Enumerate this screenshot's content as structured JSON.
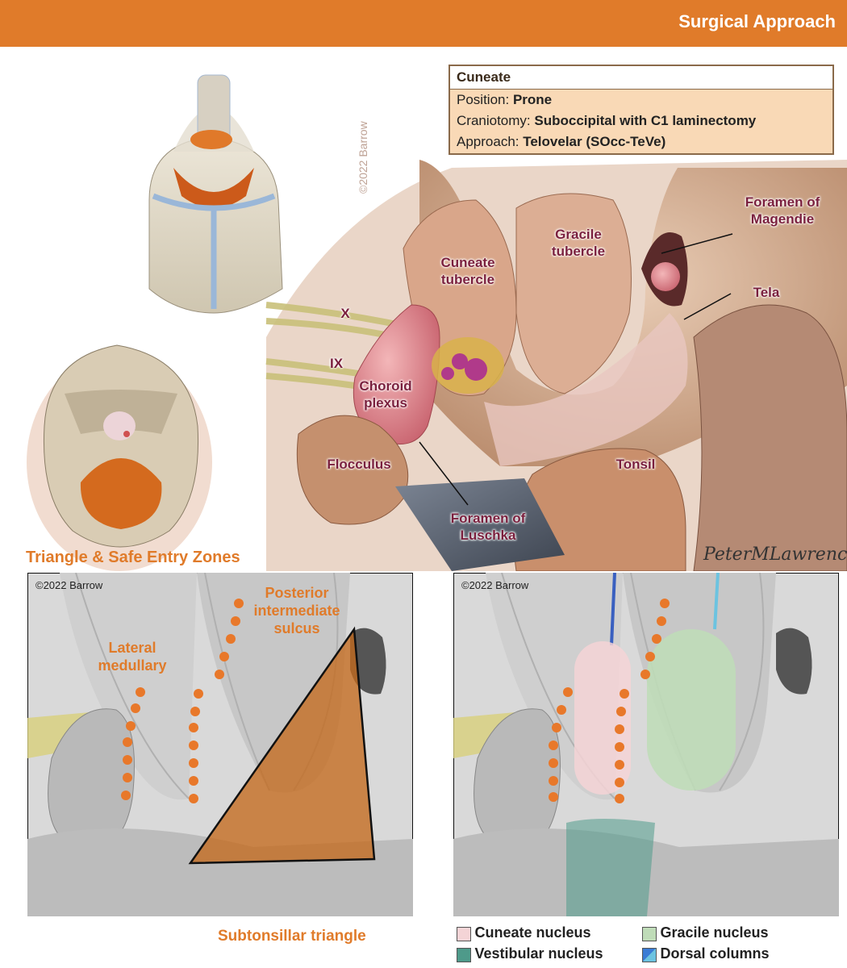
{
  "header": {
    "title": "Surgical Approach"
  },
  "info_box": {
    "title": "Cuneate",
    "position_label": "Position: ",
    "position_value": "Prone",
    "craniotomy_label": "Craniotomy: ",
    "craniotomy_value": "Suboccipital with C1 laminectomy",
    "approach_label": "Approach: ",
    "approach_value": "Telovelar (SOcc-TeVe)"
  },
  "main_labels": {
    "foramen_magendie_1": "Foramen of",
    "foramen_magendie_2": "Magendie",
    "gracile_1": "Gracile",
    "gracile_2": "tubercle",
    "cuneate_1": "Cuneate",
    "cuneate_2": "tubercle",
    "tela": "Tela",
    "x": "X",
    "ix": "IX",
    "choroid_1": "Choroid",
    "choroid_2": "plexus",
    "flocculus": "Flocculus",
    "tonsil": "Tonsil",
    "luschka_1": "Foramen of",
    "luschka_2": "Luschka",
    "watermark": "©2022 Barrow",
    "signature": "PeterMLawrence"
  },
  "left_panel": {
    "heading": "Triangle & Safe Entry Zones",
    "copyright": "©2022 Barrow",
    "posterior_1": "Posterior",
    "posterior_2": "intermediate",
    "posterior_3": "sulcus",
    "lateral_1": "Lateral",
    "lateral_2": "medullary",
    "subtonsillar": "Subtonsillar triangle"
  },
  "right_panel": {
    "copyright": "©2022 Barrow"
  },
  "legend": {
    "items": [
      {
        "label": "Cuneate nucleus",
        "color": "#f4d4d6"
      },
      {
        "label": "Gracile nucleus",
        "color": "#bfdcb8"
      },
      {
        "label": "Vestibular nucleus",
        "color": "#4e9a8a"
      },
      {
        "label": "Dorsal columns",
        "color": "#3a7bd5"
      }
    ]
  },
  "colors": {
    "accent_orange": "#e07b2a",
    "label_maroon": "#7a1f3d"
  }
}
